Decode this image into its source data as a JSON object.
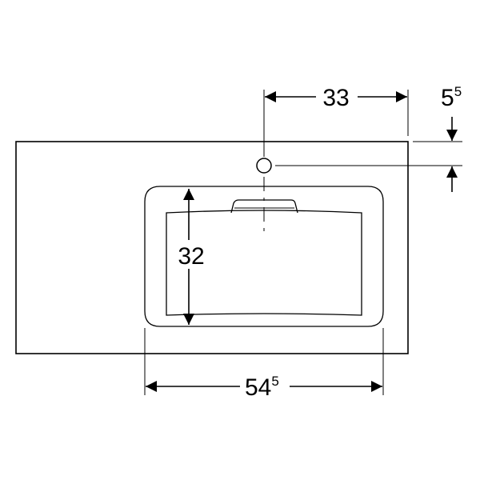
{
  "dimensions": {
    "top_width": {
      "main": "33",
      "sup": ""
    },
    "top_offset": {
      "main": "5",
      "sup": "5"
    },
    "basin_depth": {
      "main": "32",
      "sup": ""
    },
    "basin_width": {
      "main": "54",
      "sup": "5"
    }
  },
  "colors": {
    "line": "#000000",
    "fill": "#ffffff"
  }
}
